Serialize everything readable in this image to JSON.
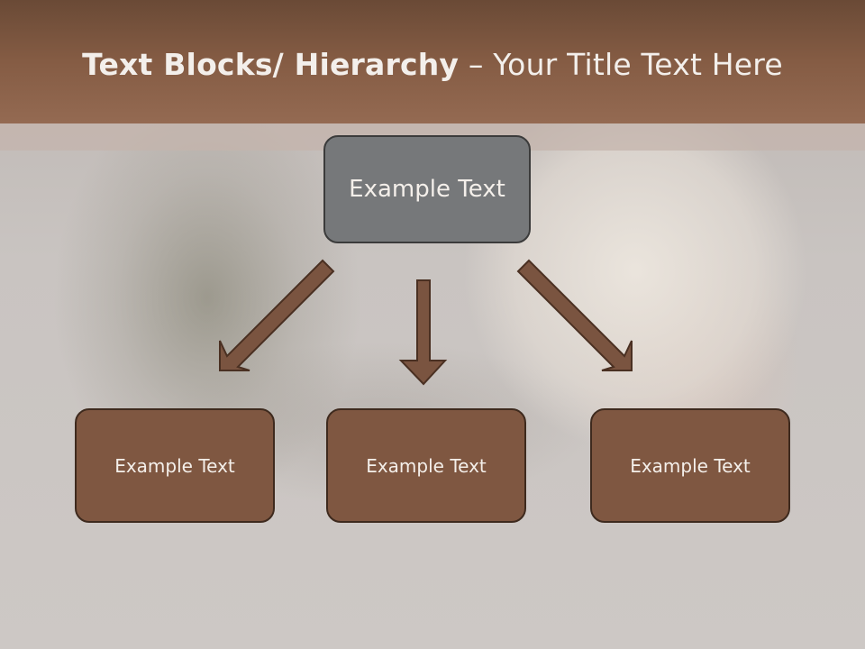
{
  "slide": {
    "title_bold": "Text Blocks/ Hierarchy",
    "title_rest": " – Your Title Text Here"
  },
  "hierarchy": {
    "root_label": "Example Text",
    "children": [
      {
        "label": "Example Text"
      },
      {
        "label": "Example Text"
      },
      {
        "label": "Example Text"
      }
    ]
  },
  "colors": {
    "title_bar": "#855c44",
    "root_box": "#76787a",
    "child_box": "#7f5741",
    "arrow_fill": "#7a5440",
    "arrow_stroke": "#4a3022"
  }
}
